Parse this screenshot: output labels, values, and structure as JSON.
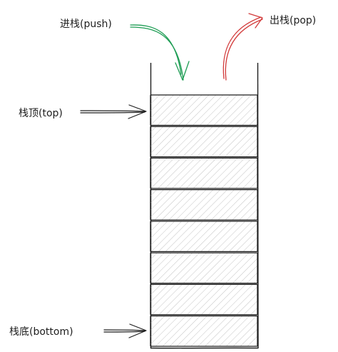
{
  "labels": {
    "push": "进栈(push)",
    "pop": "出栈(pop)",
    "top": "栈顶(top)",
    "bottom": "栈底(bottom)"
  },
  "stack": {
    "slot_count": 8
  },
  "colors": {
    "stroke": "#1e1e1e",
    "fill_hatch": "#b8b8b8",
    "push_arrow": "#1f9d55",
    "pop_arrow": "#d23b3b"
  }
}
